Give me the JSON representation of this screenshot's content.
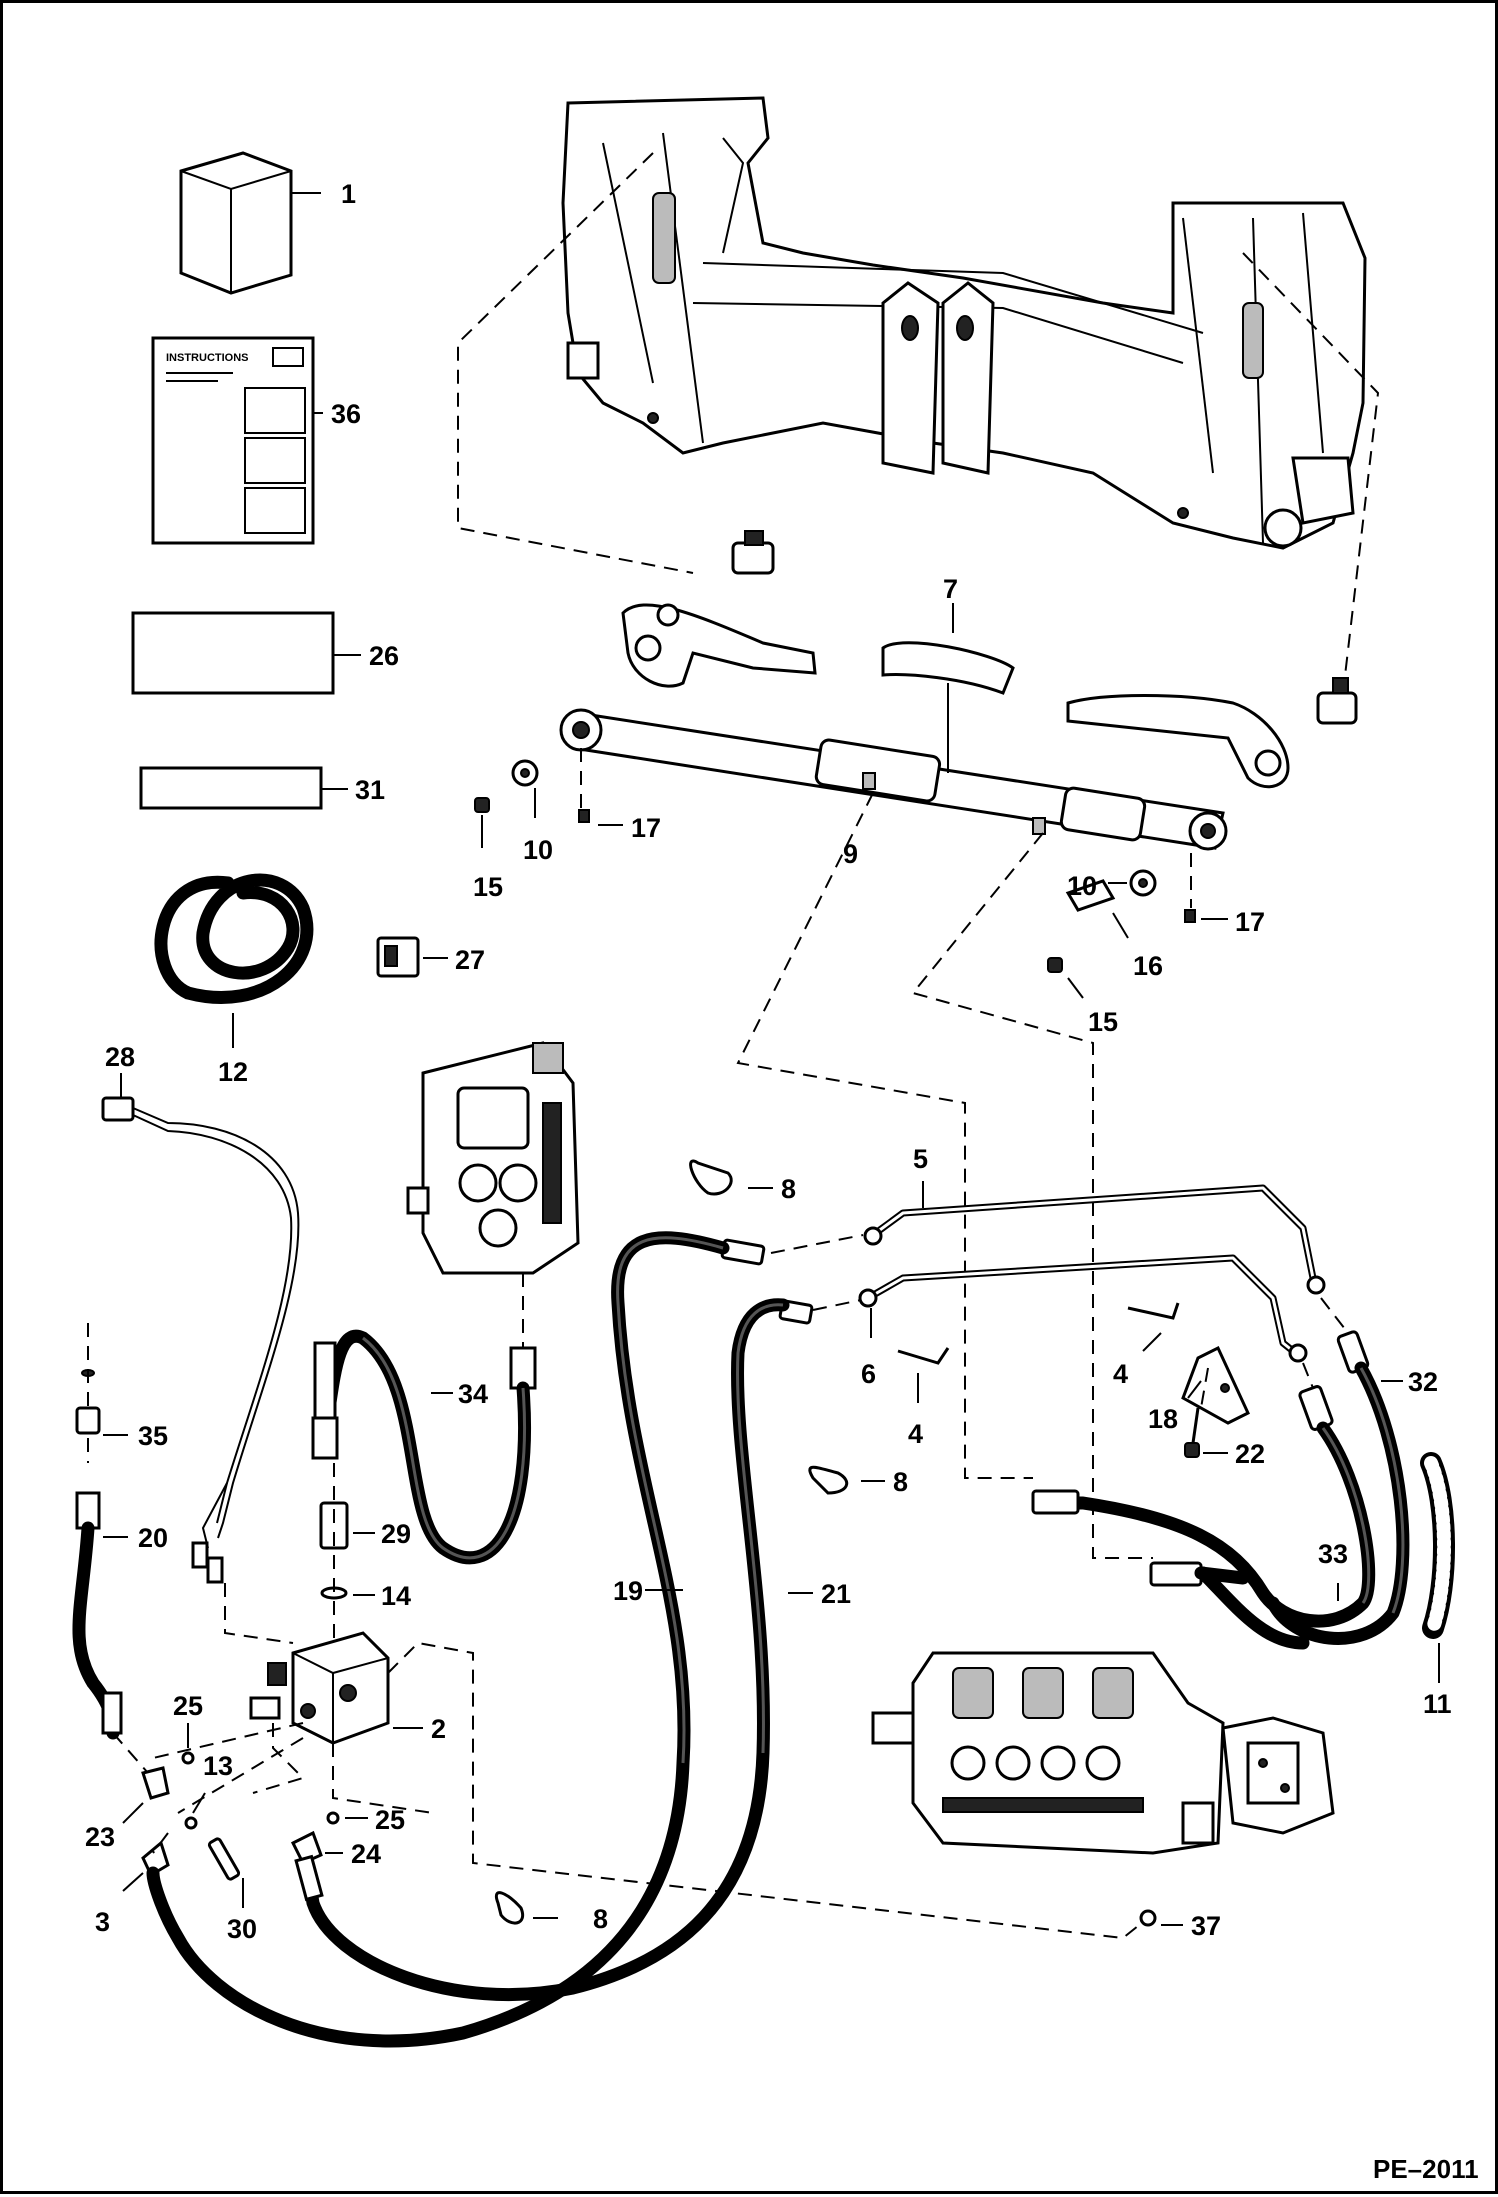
{
  "drawing": {
    "code": "PE–2011",
    "instruction_header": "INSTRUCTIONS"
  },
  "callouts": [
    {
      "id": "c1",
      "text": "1"
    },
    {
      "id": "c36",
      "text": "36"
    },
    {
      "id": "c26",
      "text": "26"
    },
    {
      "id": "c31",
      "text": "31"
    },
    {
      "id": "c12",
      "text": "12"
    },
    {
      "id": "c27",
      "text": "27"
    },
    {
      "id": "c28",
      "text": "28"
    },
    {
      "id": "c7",
      "text": "7"
    },
    {
      "id": "c9",
      "text": "9"
    },
    {
      "id": "c10a",
      "text": "10"
    },
    {
      "id": "c15a",
      "text": "15"
    },
    {
      "id": "c17a",
      "text": "17"
    },
    {
      "id": "c10b",
      "text": "10"
    },
    {
      "id": "c17b",
      "text": "17"
    },
    {
      "id": "c16",
      "text": "16"
    },
    {
      "id": "c15b",
      "text": "15"
    },
    {
      "id": "c5",
      "text": "5"
    },
    {
      "id": "c8a",
      "text": "8"
    },
    {
      "id": "c6",
      "text": "6"
    },
    {
      "id": "c4a",
      "text": "4"
    },
    {
      "id": "c4b",
      "text": "4"
    },
    {
      "id": "c32",
      "text": "32"
    },
    {
      "id": "c18",
      "text": "18"
    },
    {
      "id": "c22",
      "text": "22"
    },
    {
      "id": "c8b",
      "text": "8"
    },
    {
      "id": "c33",
      "text": "33"
    },
    {
      "id": "c11",
      "text": "11"
    },
    {
      "id": "c34",
      "text": "34"
    },
    {
      "id": "c35",
      "text": "35"
    },
    {
      "id": "c20",
      "text": "20"
    },
    {
      "id": "c29",
      "text": "29"
    },
    {
      "id": "c14",
      "text": "14"
    },
    {
      "id": "c19",
      "text": "19"
    },
    {
      "id": "c21",
      "text": "21"
    },
    {
      "id": "c2",
      "text": "2"
    },
    {
      "id": "c25a",
      "text": "25"
    },
    {
      "id": "c13",
      "text": "13"
    },
    {
      "id": "c23",
      "text": "23"
    },
    {
      "id": "c25b",
      "text": "25"
    },
    {
      "id": "c24",
      "text": "24"
    },
    {
      "id": "c3",
      "text": "3"
    },
    {
      "id": "c30",
      "text": "30"
    },
    {
      "id": "c8c",
      "text": "8"
    },
    {
      "id": "c37",
      "text": "37"
    }
  ]
}
